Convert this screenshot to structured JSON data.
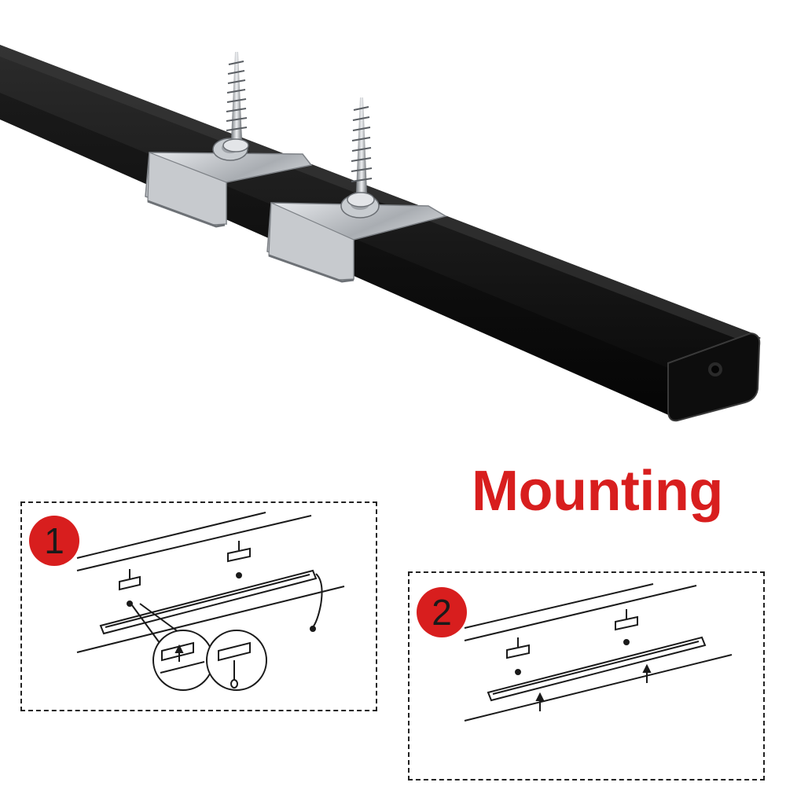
{
  "title": "Mounting",
  "steps": [
    {
      "number": "1"
    },
    {
      "number": "2"
    }
  ],
  "colors": {
    "accent_red": "#d81e1e",
    "profile_black": "#141414",
    "clip_silver": "#b9bcc0",
    "line_art": "#1a1a1a"
  },
  "icons": [
    "screw-icon",
    "mounting-clip-icon",
    "arrow-up-icon"
  ]
}
